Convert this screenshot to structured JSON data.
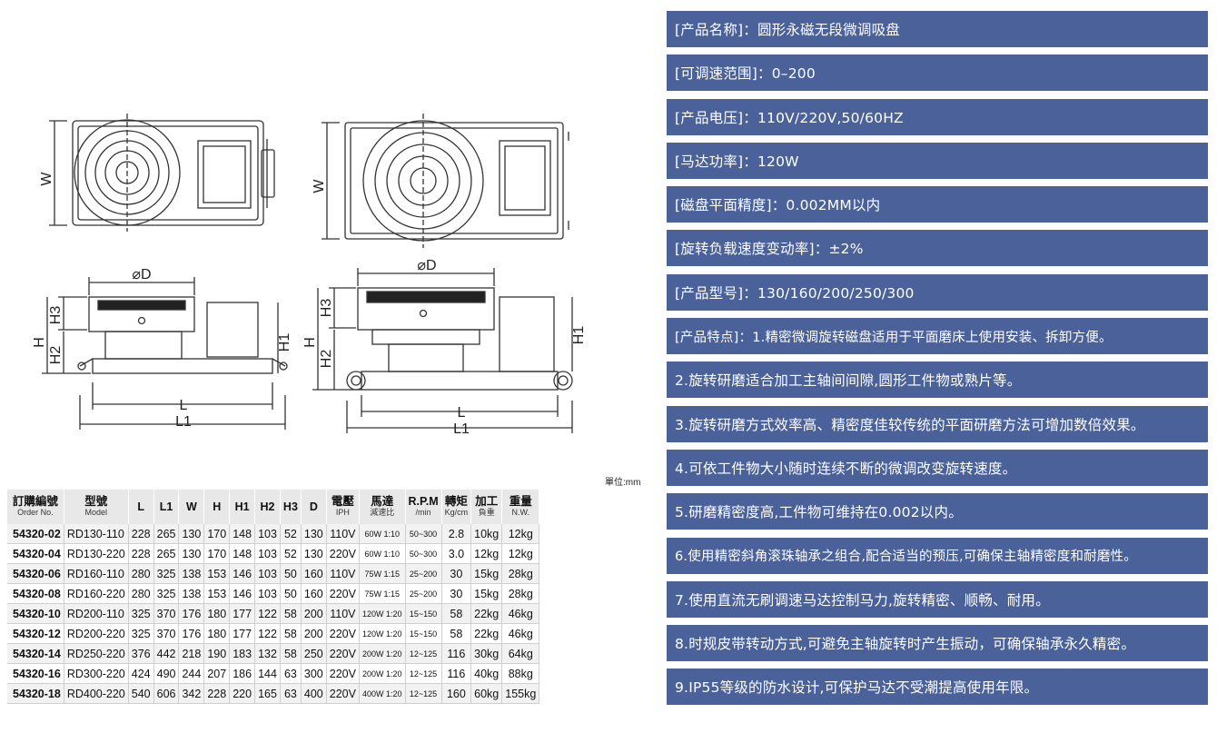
{
  "specs": [
    "[产品名称]：圆形永磁无段微调吸盘",
    "[可调速范围]：0–200",
    "[产品电压]：110V/220V,50/60HZ",
    "[马达功率]：120W",
    "[磁盘平面精度]：0.002MM以内",
    "[旋转负载速度变动率]：±2%",
    "[产品型号]：130/160/200/250/300",
    "[产品特点]：1.精密微调旋转磁盘适用于平面磨床上使用安装、拆卸方便。",
    "2.旋转研磨适合加工主轴间间隙,圆形工件物或熟片等。",
    "3.旋转研磨方式效率高、精密度佳较传统的平面研磨方法可增加数倍效果。",
    "4.可依工件物大小随时连续不断的微调改变旋转速度。",
    "5.研磨精密度高,工件物可维持在0.002以内。",
    "6.使用精密斜角滚珠轴承之组合,配合适当的预压,可确保主轴精密度和耐磨性。",
    "7.使用直流无刷调速马达控制马力,旋转精密、顺畅、耐用。",
    "8.时规皮带转动方式,可避免主轴旋转时产生振动，可确保轴承永久精密。",
    "9.IP55等级的防水设计,可保护马达不受潮提高使用年限。"
  ],
  "diagram_labels": {
    "w": "W",
    "d": "⌀D",
    "h": "H",
    "h1": "H1",
    "h2": "H2",
    "h3": "H3",
    "l": "L",
    "l1": "L1"
  },
  "unit_label": "單位:mm",
  "table": {
    "headers": [
      {
        "main": "訂購編號",
        "sub": "Order No."
      },
      {
        "main": "型號",
        "sub": "Model"
      },
      {
        "main": "L",
        "sub": ""
      },
      {
        "main": "L1",
        "sub": ""
      },
      {
        "main": "W",
        "sub": ""
      },
      {
        "main": "H",
        "sub": ""
      },
      {
        "main": "H1",
        "sub": ""
      },
      {
        "main": "H2",
        "sub": ""
      },
      {
        "main": "H3",
        "sub": ""
      },
      {
        "main": "D",
        "sub": ""
      },
      {
        "main": "電壓",
        "sub": "IPH"
      },
      {
        "main": "馬達",
        "sub": "減速比"
      },
      {
        "main": "R.P.M",
        "sub": "/min"
      },
      {
        "main": "轉矩",
        "sub": "Kg/cm"
      },
      {
        "main": "加工",
        "sub": "負重"
      },
      {
        "main": "重量",
        "sub": "N.W."
      }
    ],
    "rows": [
      [
        "54320-02",
        "RD130-110",
        "228",
        "265",
        "130",
        "170",
        "148",
        "103",
        "52",
        "130",
        "110V",
        "60W 1:10",
        "50~300",
        "2.8",
        "10kg",
        "12kg"
      ],
      [
        "54320-04",
        "RD130-220",
        "228",
        "265",
        "130",
        "170",
        "148",
        "103",
        "52",
        "130",
        "220V",
        "60W 1:10",
        "50~300",
        "3.0",
        "12kg",
        "12kg"
      ],
      [
        "54320-06",
        "RD160-110",
        "280",
        "325",
        "138",
        "153",
        "146",
        "103",
        "50",
        "160",
        "110V",
        "75W 1:15",
        "25~200",
        "30",
        "15kg",
        "28kg"
      ],
      [
        "54320-08",
        "RD160-220",
        "280",
        "325",
        "138",
        "153",
        "146",
        "103",
        "50",
        "160",
        "220V",
        "75W 1:15",
        "25~200",
        "30",
        "15kg",
        "28kg"
      ],
      [
        "54320-10",
        "RD200-110",
        "325",
        "370",
        "176",
        "180",
        "177",
        "122",
        "58",
        "200",
        "110V",
        "120W 1:20",
        "15~150",
        "58",
        "22kg",
        "46kg"
      ],
      [
        "54320-12",
        "RD200-220",
        "325",
        "370",
        "176",
        "180",
        "177",
        "122",
        "58",
        "200",
        "220V",
        "120W 1:20",
        "15~150",
        "58",
        "22kg",
        "46kg"
      ],
      [
        "54320-14",
        "RD250-220",
        "376",
        "442",
        "218",
        "190",
        "183",
        "132",
        "58",
        "250",
        "220V",
        "200W 1:20",
        "12~125",
        "116",
        "30kg",
        "64kg"
      ],
      [
        "54320-16",
        "RD300-220",
        "424",
        "490",
        "244",
        "207",
        "186",
        "144",
        "63",
        "300",
        "220V",
        "200W 1:20",
        "12~125",
        "116",
        "40kg",
        "88kg"
      ],
      [
        "54320-18",
        "RD400-220",
        "540",
        "606",
        "342",
        "228",
        "220",
        "165",
        "63",
        "400",
        "220V",
        "400W 1:20",
        "12~125",
        "160",
        "60kg",
        "155kg"
      ]
    ]
  },
  "colors": {
    "bar_bg": "#4a6199",
    "bar_text": "#ffffff",
    "table_header_bg": "#e8e8e8",
    "line": "#333333"
  }
}
